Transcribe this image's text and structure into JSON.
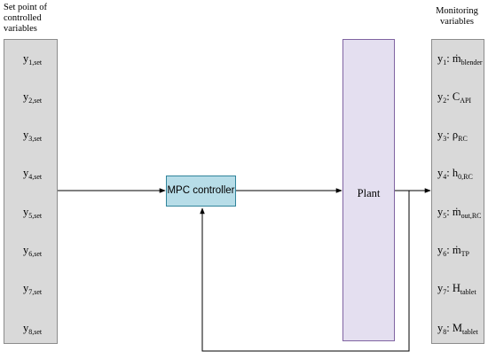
{
  "left_caption": "Set point of controlled variables",
  "right_caption": "Monitoring variables",
  "controller_label": "MPC controller",
  "plant_label": "Plant",
  "setpoints": [
    {
      "base": "y",
      "sub": "1,set"
    },
    {
      "base": "y",
      "sub": "2,set"
    },
    {
      "base": "y",
      "sub": "3,set"
    },
    {
      "base": "y",
      "sub": "4,set"
    },
    {
      "base": "y",
      "sub": "5,set"
    },
    {
      "base": "y",
      "sub": "6,set"
    },
    {
      "base": "y",
      "sub": "7,set"
    },
    {
      "base": "y",
      "sub": "8,set"
    }
  ],
  "monitored": [
    {
      "base": "y",
      "sub": "1",
      "sep": ": ",
      "sym": "ṁ",
      "ssub": "blender"
    },
    {
      "base": "y",
      "sub": "2",
      "sep": ": ",
      "sym": "C",
      "ssub": "API"
    },
    {
      "base": "y",
      "sub": "3",
      "sep": ": ",
      "sym": "ρ",
      "ssub": "RC"
    },
    {
      "base": "y",
      "sub": "4",
      "sep": ": ",
      "sym": "h",
      "ssub": "0,RC"
    },
    {
      "base": "y",
      "sub": "5",
      "sep": ": ",
      "sym": "ṁ",
      "ssub": "out,RC"
    },
    {
      "base": "y",
      "sub": "6",
      "sep": ": ",
      "sym": "ṁ",
      "ssub": "TP"
    },
    {
      "base": "y",
      "sub": "7",
      "sep": ": ",
      "sym": "H",
      "ssub": "tablet"
    },
    {
      "base": "y",
      "sub": "8",
      "sep": ": ",
      "sym": "M",
      "ssub": "tablet"
    }
  ]
}
